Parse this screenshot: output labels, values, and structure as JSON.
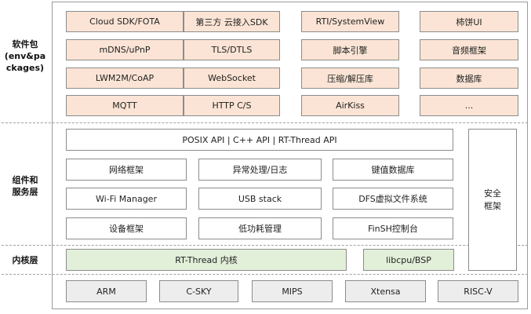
{
  "layers": {
    "packages_label": [
      "软件包",
      "(env&pa",
      "ckages)"
    ],
    "services_label": [
      "组件和",
      "服务层"
    ],
    "kernel_label": [
      "内核层"
    ]
  },
  "packages": [
    [
      "Cloud SDK/FOTA",
      "第三方 云接入SDK",
      "RTI/SystemView",
      "柿饼UI"
    ],
    [
      "mDNS/uPnP",
      "TLS/DTLS",
      "脚本引擎",
      "音频框架"
    ],
    [
      "LWM2M/CoAP",
      "WebSocket",
      "压缩/解压库",
      "数据库"
    ],
    [
      "MQTT",
      "HTTP C/S",
      "AirKiss",
      "..."
    ]
  ],
  "services": {
    "api_bar": "POSIX API  |  C++ API  |  RT-Thread API",
    "rows": [
      [
        "网络框架",
        "异常处理/日志",
        "键值数据库"
      ],
      [
        "Wi-Fi Manager",
        "USB stack",
        "DFS虚拟文件系统"
      ],
      [
        "设备框架",
        "低功耗管理",
        "FinSH控制台"
      ]
    ],
    "security": [
      "安全",
      "框架"
    ]
  },
  "kernel": {
    "rtthread": "RT-Thread  内核",
    "libcpu": "libcpu/BSP"
  },
  "architectures": [
    "ARM",
    "C-SKY",
    "MIPS",
    "Xtensa",
    "RISC-V"
  ],
  "colors": {
    "packages_fill": "#fbe4d5",
    "kernel_fill": "#e2efd9",
    "arch_fill": "#ededed",
    "border": "#8c8c8c"
  }
}
